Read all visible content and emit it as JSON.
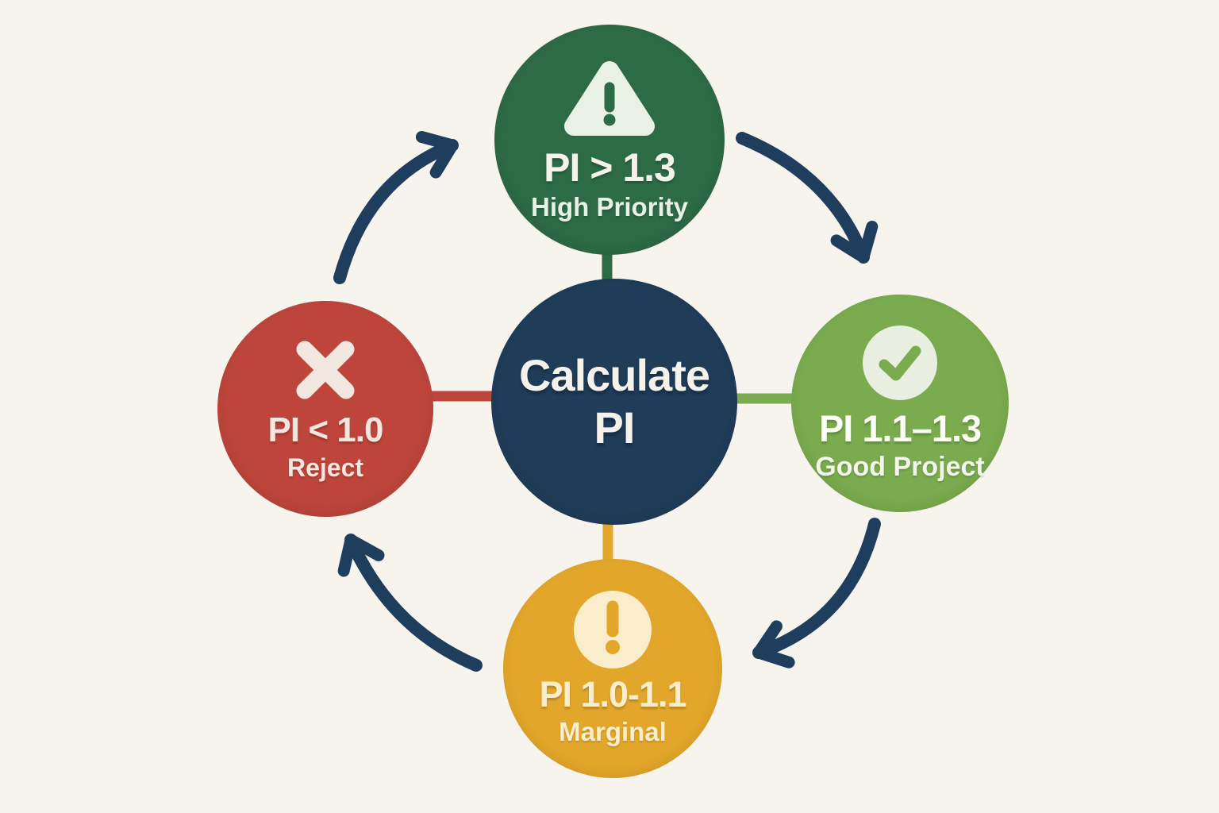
{
  "palette": {
    "background": "#f7f4ee",
    "center_circle": "#1f3c58",
    "top_circle": "#2d6a46",
    "right_circle": "#7aab4e",
    "bottom_circle": "#e2a62a",
    "left_circle": "#bd453c",
    "arrow": "#1f3d5c",
    "light_on_green": "#e9f0e6",
    "light_on_lightgreen": "#e9efe0",
    "light_on_gold": "#f9edcb",
    "light_on_red": "#f2e7df",
    "text_light": "#f4f2ea"
  },
  "center": {
    "title_line1": "Calculate",
    "title_line2": "PI"
  },
  "nodes": {
    "top": {
      "icon": "warning-triangle-icon",
      "title": "PI > 1.3",
      "subtitle": "High Priority"
    },
    "right": {
      "icon": "checkmark-circle-icon",
      "title": "PI 1.1–1.3",
      "subtitle": "Good Project"
    },
    "bottom": {
      "icon": "exclamation-circle-icon",
      "title": "PI 1.0-1.1",
      "subtitle": "Marginal"
    },
    "left": {
      "icon": "x-icon",
      "title": "PI < 1.0",
      "subtitle": "Reject"
    }
  },
  "flow": {
    "direction": "clockwise",
    "steps": [
      "PI > 1.3 High Priority",
      "PI 1.1–1.3 Good Project",
      "PI 1.0-1.1 Marginal",
      "PI < 1.0 Reject"
    ]
  }
}
